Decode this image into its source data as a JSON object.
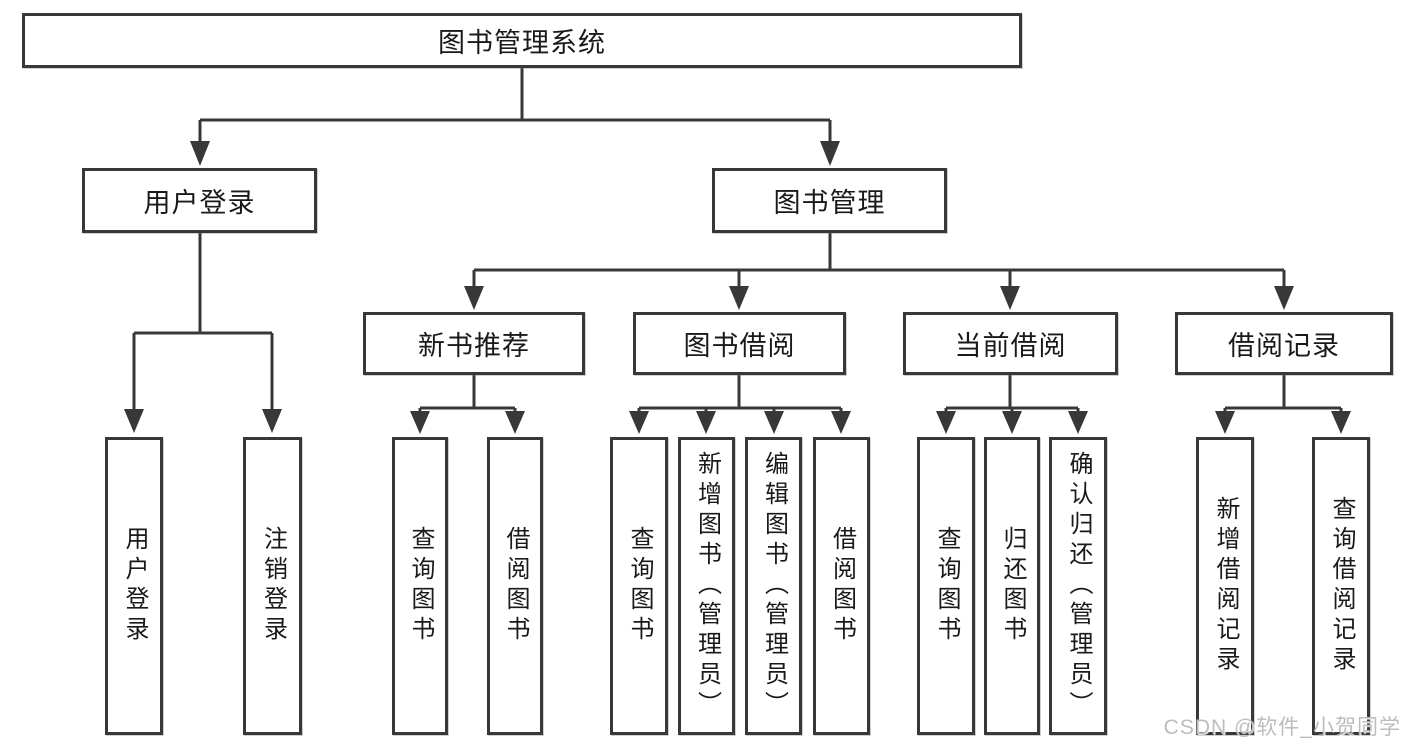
{
  "nodes": {
    "root": {
      "label": "图书管理系统"
    },
    "user_login": {
      "label": "用户登录",
      "children": [
        {
          "label": "用户登录"
        },
        {
          "label": "注销登录"
        }
      ]
    },
    "book_mgmt": {
      "label": "图书管理"
    },
    "new_books": {
      "label": "新书推荐",
      "children": [
        {
          "label": "查询图书"
        },
        {
          "label": "借阅图书"
        }
      ]
    },
    "borrow": {
      "label": "图书借阅",
      "children": [
        {
          "label": "查询图书"
        },
        {
          "label": "新增图书（管理员）"
        },
        {
          "label": "编辑图书（管理员）"
        },
        {
          "label": "借阅图书"
        }
      ]
    },
    "current": {
      "label": "当前借阅",
      "children": [
        {
          "label": "查询图书"
        },
        {
          "label": "归还图书"
        },
        {
          "label": "确认归还（管理员）"
        }
      ]
    },
    "records": {
      "label": "借阅记录",
      "children": [
        {
          "label": "新增借阅记录"
        },
        {
          "label": "查询借阅记录"
        }
      ]
    }
  },
  "watermark": {
    "text": "CSDN @软件_小贺同学"
  },
  "colors": {
    "line": "#383838",
    "text": "#1a1a1a",
    "background": "#ffffff",
    "watermark": "#bdbdbd"
  }
}
